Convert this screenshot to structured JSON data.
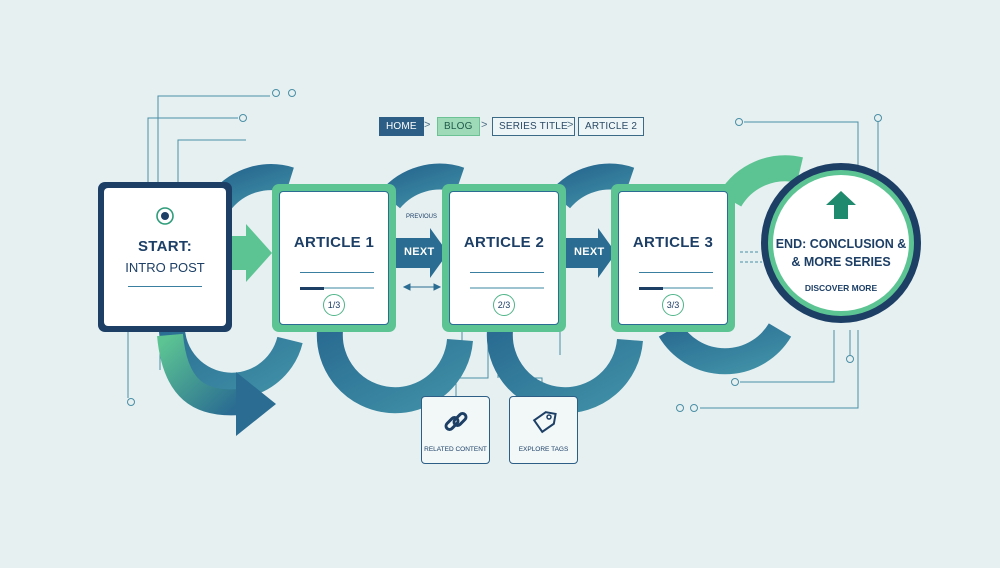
{
  "breadcrumb": {
    "home": "HOME",
    "blog": "BLOG",
    "series": "SERIES TITLE",
    "current": "ARTICLE 2",
    "separator": ">"
  },
  "start": {
    "title": "START:",
    "subtitle": "INTRO POST"
  },
  "articles": [
    {
      "title": "ARTICLE 1",
      "counter": "1/3",
      "progress": 0.33
    },
    {
      "title": "ARTICLE 2",
      "counter": "2/3",
      "progress": 0.0
    },
    {
      "title": "ARTICLE 3",
      "counter": "3/3",
      "progress": 0.33
    }
  ],
  "nav": {
    "next_label": "NEXT",
    "prev_label": "PREVIOUS"
  },
  "end": {
    "line1": "END: CONCLUSION &",
    "line2": "& MORE SERIES",
    "link": "DISCOVER MORE"
  },
  "related": {
    "content_label": "RELATED CONTENT",
    "tags_label": "EXPLORE TAGS"
  },
  "colors": {
    "navy": "#1d3f66",
    "teal": "#2d6f8f",
    "green": "#5cc493",
    "background": "#e6f0f1"
  },
  "icons": {
    "start": "target-icon",
    "end": "arrow-up-icon",
    "related": "link-icon",
    "tags": "tag-icon"
  }
}
